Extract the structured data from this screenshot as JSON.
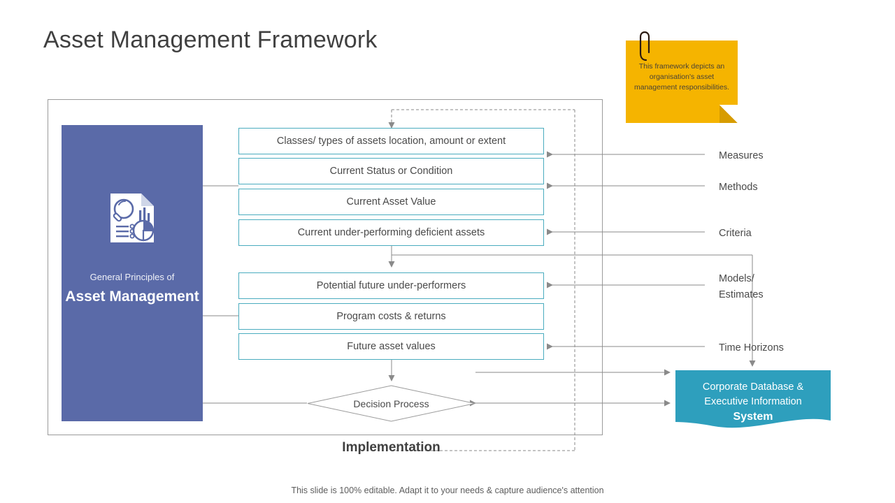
{
  "slide": {
    "title": "Asset Management Framework",
    "footer": "This slide is 100% editable. Adapt it to your needs & capture audience's attention"
  },
  "sticky_note": {
    "text": "This framework depicts an organisation's asset management responsibilities.",
    "color": "#f5b400",
    "icon": "paperclip-icon"
  },
  "left_panel": {
    "subtitle": "General Principles of",
    "title": "Asset Management",
    "color": "#5a6aa8",
    "icon": "document-analytics-icon"
  },
  "process_boxes": [
    {
      "label": "Classes/ types of assets location, amount or extent"
    },
    {
      "label": "Current Status or Condition"
    },
    {
      "label": "Current Asset Value"
    },
    {
      "label": "Current under-performing deficient assets"
    },
    {
      "label": "Potential future under-performers"
    },
    {
      "label": "Program costs & returns"
    },
    {
      "label": "Future asset values"
    }
  ],
  "box_border_color": "#4aacbf",
  "decision": {
    "label": "Decision Process"
  },
  "implementation": {
    "label": "Implementation"
  },
  "right_labels": [
    {
      "label": "Measures"
    },
    {
      "label": "Methods"
    },
    {
      "label": "Criteria"
    },
    {
      "label": "Models/"
    },
    {
      "label": "Estimates"
    },
    {
      "label": "Time Horizons"
    }
  ],
  "system_box": {
    "line1": "Corporate Database &",
    "line2": "Executive Information",
    "line3": "System",
    "color": "#2e9fbd"
  }
}
